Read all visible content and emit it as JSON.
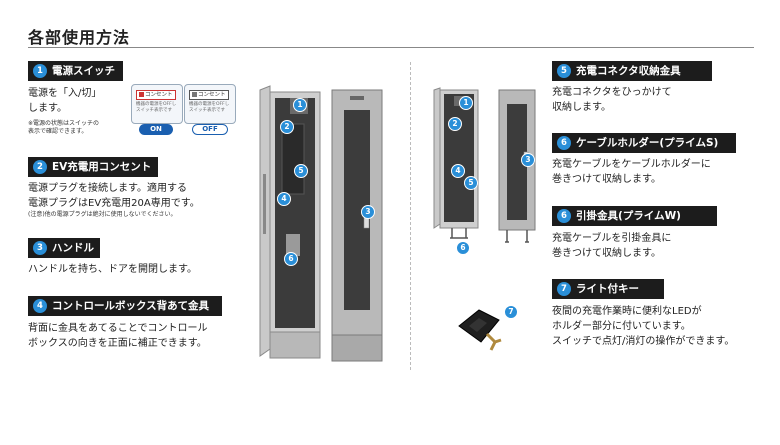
{
  "page": {
    "title": "各部使用方法"
  },
  "sections": [
    {
      "num": "1",
      "title": "電源スイッチ",
      "body": "電源を「入/切」\nします。",
      "note": "※電源の状態はスイッチの\n表示で確認できます。"
    },
    {
      "num": "2",
      "title": "EV充電用コンセント",
      "body": "電源プラグを接続します。適用する\n電源プラグはEV充電用20A専用です。",
      "note": "(注意)他の電源プラグは絶対に使用しないでください。"
    },
    {
      "num": "3",
      "title": "ハンドル",
      "body": "ハンドルを持ち、ドアを開閉します。"
    },
    {
      "num": "4",
      "title": "コントロールボックス背あて金具",
      "body": "背面に金具をあてることでコントロール\nボックスの向きを正面に補正できます。"
    },
    {
      "num": "5",
      "title": "充電コネクタ収納金具",
      "body": "充電コネクタをひっかけて\n収納します。"
    },
    {
      "num": "6",
      "title": "ケーブルホルダー(プライムS)",
      "body": "充電ケーブルをケーブルホルダーに\n巻きつけて収納します。"
    },
    {
      "num": "6",
      "title": "引掛金具(プライムW)",
      "body": "充電ケーブルを引掛金具に\n巻きつけて収納します。"
    },
    {
      "num": "7",
      "title": "ライト付キー",
      "body": "夜間の充電作業時に便利なLEDが\nホルダー部分に付いています。\nスイッチで点灯/消灯の操作ができます。"
    }
  ],
  "switch_cards": [
    {
      "label": "コンセント",
      "sub": "機器の電源をOFFし\nスイッチ表示です",
      "state": "ON"
    },
    {
      "label": "コンセント",
      "sub": "機器の電源をOFFし\nスイッチ表示です",
      "state": "OFF"
    }
  ],
  "badges": {
    "left": [
      "1",
      "2",
      "5",
      "4",
      "6",
      "3"
    ],
    "right": [
      "1",
      "2",
      "4",
      "5",
      "3",
      "6"
    ],
    "key": "7"
  },
  "colors": {
    "badge": "#2a8fd8",
    "header_bg": "#1c1c1c",
    "on_pill": "#1a5fb0"
  },
  "icons": [
    "charger-cabinet-open-illustration",
    "charger-cabinet-closed-illustration",
    "light-key-illustration"
  ]
}
